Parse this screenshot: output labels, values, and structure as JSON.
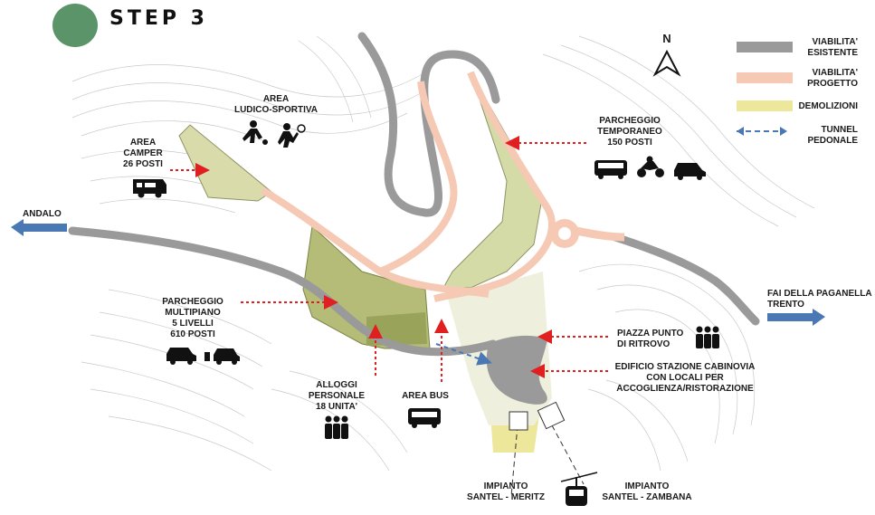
{
  "header": {
    "title": "STEP 3"
  },
  "compass": {
    "label": "N",
    "icon": "north-arrow-icon"
  },
  "legend": [
    {
      "label_lines": [
        "VIABILITA'",
        "ESISTENTE"
      ],
      "color": "#9a9a9a",
      "style": "solid"
    },
    {
      "label_lines": [
        "VIABILITA'",
        "PROGETTO"
      ],
      "color": "#f5c9b3",
      "style": "solid"
    },
    {
      "label_lines": [
        "DEMOLIZIONI"
      ],
      "color": "#ece79a",
      "style": "solid"
    },
    {
      "label_lines": [
        "TUNNEL",
        "PEDONALE"
      ],
      "color": "#4a78b5",
      "style": "dashed-arrow"
    }
  ],
  "directions": [
    {
      "label": "ANDALO",
      "arrow": "left",
      "color": "#4a78b5"
    },
    {
      "label_lines": [
        "FAI DELLA PAGANELLA",
        "TRENTO"
      ],
      "arrow": "right",
      "color": "#4a78b5"
    }
  ],
  "labels": {
    "area_ludico": [
      "AREA",
      "LUDICO-SPORTIVA"
    ],
    "area_camper": [
      "AREA",
      "CAMPER",
      "26 POSTI"
    ],
    "parcheggio_temp": [
      "PARCHEGGIO",
      "TEMPORANEO",
      "150 POSTI"
    ],
    "parcheggio_multi": [
      "PARCHEGGIO",
      "MULTIPIANO",
      "5 LIVELLI",
      "610 POSTI"
    ],
    "alloggi": [
      "ALLOGGI",
      "PERSONALE",
      "18 UNITA'"
    ],
    "area_bus": [
      "AREA BUS"
    ],
    "piazza": [
      "PIAZZA PUNTO",
      "DI RITROVO"
    ],
    "edificio": [
      "EDIFICIO STAZIONE CABINOVIA",
      "CON LOCALI PER",
      "ACCOGLIENZA/RISTORAZIONE"
    ],
    "impianto_meritz": [
      "IMPIANTO",
      "SANTEL - MERITZ"
    ],
    "impianto_zambana": [
      "IMPIANTO",
      "SANTEL - ZAMBANA"
    ]
  },
  "icons": [
    "soccer-player-icon",
    "tennis-player-icon",
    "camper-icon",
    "bus-icon",
    "motorcycle-icon",
    "car-icon",
    "electric-car-icon",
    "people-group-icon",
    "gondola-icon"
  ],
  "colors": {
    "existing_road": "#9a9a9a",
    "project_road": "#f5c9b3",
    "demolition": "#ece79a",
    "parking_green": "#b7c28a",
    "multistory_green": "#a9b26c",
    "annotation_arrow": "#e02020",
    "tunnel": "#4a78b5",
    "step_circle": "#5a9468"
  }
}
